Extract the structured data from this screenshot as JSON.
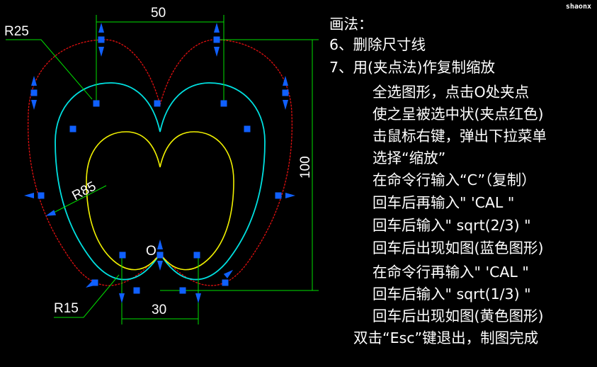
{
  "watermark": "shaonx",
  "drawing": {
    "dimensions": {
      "top_width": "50",
      "bottom_width": "30",
      "height": "100",
      "r25": "R25",
      "r85": "R85",
      "r15": "R15",
      "origin": "O"
    },
    "colors": {
      "outer_curve": "#e01010",
      "middle_curve": "#00e0e0",
      "inner_curve": "#f0f000",
      "grips": "#1060ff",
      "dimension_lines": "#00e000",
      "arrows": "#1060ff"
    }
  },
  "notes": {
    "title": "画法：",
    "step6": "6、删除尺寸线",
    "step7": "7、用(夹点法)作复制缩放",
    "lines": [
      "全选图形，点击O处夹点",
      "使之呈被选中状(夹点红色)",
      "击鼠标右键，弹出下拉菜单",
      "选择“缩放”",
      "在命令行输入“C”（复制）",
      "回车后再输入\" 'CAL \"",
      "回车后输入\" sqrt(2/3) \"",
      "回车后出现如图(蓝色图形)",
      "在命令行再输入\" 'CAL \"",
      "回车后输入\" sqrt(1/3) \"",
      "回车后出现如图(黄色图形)"
    ],
    "finish": "双击“Esc”键退出，制图完成"
  }
}
